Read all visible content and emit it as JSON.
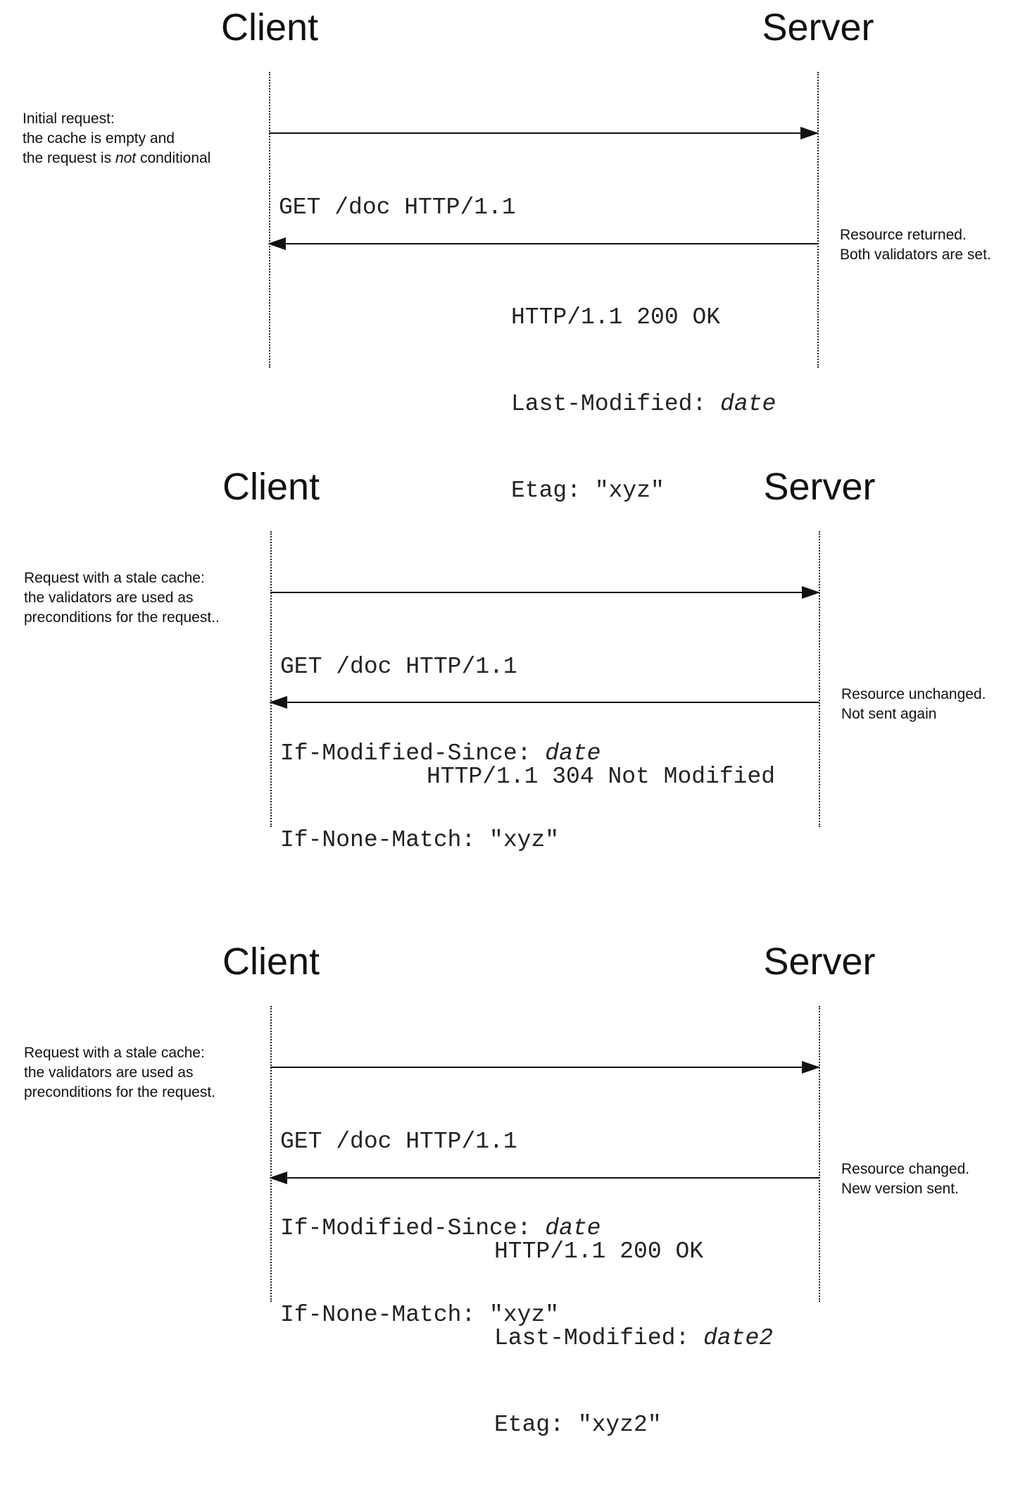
{
  "diagrams": [
    {
      "client": "Client",
      "server": "Server",
      "client_note": [
        "Initial request:",
        "the cache is empty and",
        "the request is ",
        "not",
        " conditional"
      ],
      "request": [
        "GET /doc HTTP/1.1"
      ],
      "server_note": [
        "Resource returned.",
        "Both validators are set."
      ],
      "response": {
        "status": "HTTP/1.1 200 OK",
        "header1_name": "Last-Modified: ",
        "header1_value": "date",
        "header2": "Etag: \"xyz\""
      }
    },
    {
      "client": "Client",
      "server": "Server",
      "client_note": [
        "Request with a stale cache:",
        "the validators are used as",
        "preconditions for the request.."
      ],
      "request": {
        "line1": "GET /doc HTTP/1.1",
        "line2_name": "If-Modified-Since: ",
        "line2_value": "date",
        "line3": "If-None-Match: \"xyz\""
      },
      "server_note": [
        "Resource  unchanged.",
        "Not sent again"
      ],
      "response": "HTTP/1.1 304 Not Modified"
    },
    {
      "client": "Client",
      "server": "Server",
      "client_note": [
        "Request with a stale cache:",
        "the validators are used as",
        "preconditions for the request."
      ],
      "request": {
        "line1": "GET /doc HTTP/1.1",
        "line2_name": "If-Modified-Since: ",
        "line2_value": "date",
        "line3": "If-None-Match: \"xyz\""
      },
      "server_note": [
        "Resource changed.",
        "New version sent."
      ],
      "response": {
        "status": "HTTP/1.1 200 OK",
        "header1_name": "Last-Modified: ",
        "header1_value": "date2",
        "header2": "Etag: \"xyz2\""
      }
    }
  ]
}
